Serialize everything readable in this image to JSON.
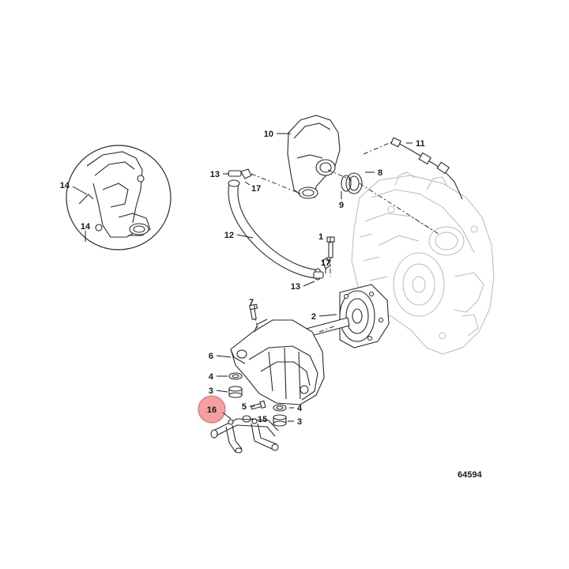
{
  "figure_number": "64594",
  "highlight_color": "#f08080",
  "callouts": [
    {
      "id": "c1",
      "label": "1"
    },
    {
      "id": "c2",
      "label": "2"
    },
    {
      "id": "c3a",
      "label": "3"
    },
    {
      "id": "c3b",
      "label": "3"
    },
    {
      "id": "c4a",
      "label": "4"
    },
    {
      "id": "c4b",
      "label": "4"
    },
    {
      "id": "c5",
      "label": "5"
    },
    {
      "id": "c6",
      "label": "6"
    },
    {
      "id": "c7",
      "label": "7"
    },
    {
      "id": "c8",
      "label": "8"
    },
    {
      "id": "c9",
      "label": "9"
    },
    {
      "id": "c10",
      "label": "10"
    },
    {
      "id": "c11",
      "label": "11"
    },
    {
      "id": "c12",
      "label": "12"
    },
    {
      "id": "c13a",
      "label": "13"
    },
    {
      "id": "c13b",
      "label": "13"
    },
    {
      "id": "c14a",
      "label": "14"
    },
    {
      "id": "c14b",
      "label": "14"
    },
    {
      "id": "c15",
      "label": "15"
    },
    {
      "id": "c16",
      "label": "16"
    },
    {
      "id": "c17a",
      "label": "17"
    },
    {
      "id": "c17b",
      "label": "17"
    }
  ]
}
